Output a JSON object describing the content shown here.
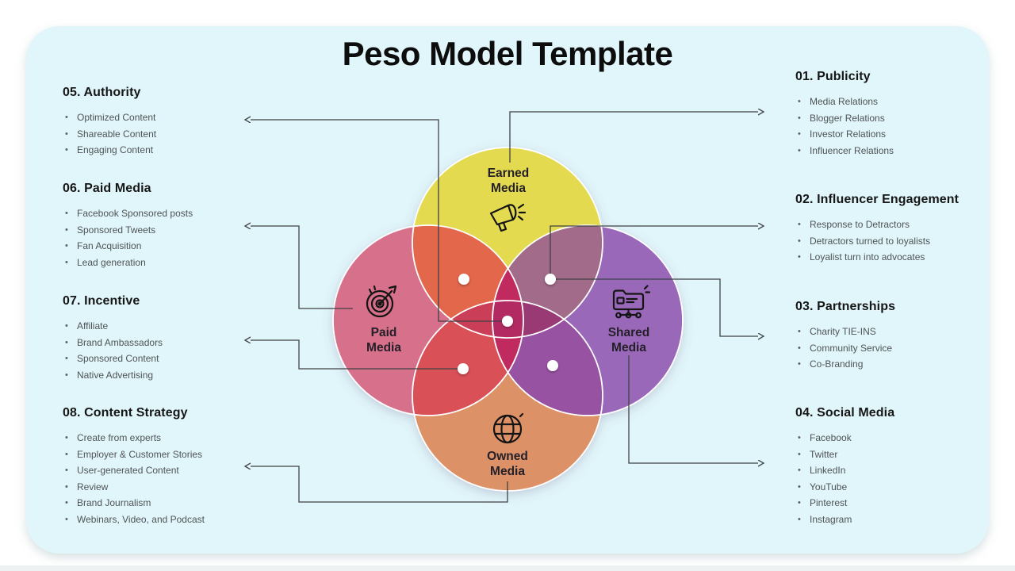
{
  "title": "Peso Model Template",
  "left_sections": [
    {
      "heading": "05. Authority",
      "items": [
        "Optimized Content",
        "Shareable Content",
        "Engaging Content"
      ]
    },
    {
      "heading": "06. Paid Media",
      "items": [
        "Facebook Sponsored posts",
        "Sponsored Tweets",
        "Fan Acquisition",
        "Lead generation"
      ]
    },
    {
      "heading": "07. Incentive",
      "items": [
        "Affiliate",
        "Brand Ambassadors",
        "Sponsored Content",
        "Native Advertising"
      ]
    },
    {
      "heading": "08. Content Strategy",
      "items": [
        "Create from experts",
        "Employer & Customer Stories",
        "User-generated Content",
        "Review",
        "Brand Journalism",
        "Webinars, Video, and Podcast"
      ]
    }
  ],
  "right_sections": [
    {
      "heading": "01. Publicity",
      "items": [
        "Media Relations",
        "Blogger Relations",
        "Investor Relations",
        "Influencer Relations"
      ]
    },
    {
      "heading": "02. Influencer Engagement",
      "items": [
        "Response to Detractors",
        "Detractors turned to loyalists",
        "Loyalist turn into advocates"
      ]
    },
    {
      "heading": "03. Partnerships",
      "items": [
        "Charity TIE-INS",
        "Community Service",
        "Co-Branding"
      ]
    },
    {
      "heading": "04. Social Media",
      "items": [
        "Facebook",
        "Twitter",
        "LinkedIn",
        "YouTube",
        "Pinterest",
        "Instagram"
      ]
    }
  ],
  "venn": {
    "earned_label": "Earned Media",
    "paid_label": "Paid Media",
    "shared_label": "Shared Media",
    "owned_label": "Owned Media",
    "icons": [
      "megaphone-icon",
      "target-icon",
      "shared-folder-icon",
      "globe-icon"
    ]
  },
  "connections": [
    "earned-circle to 01. Publicity",
    "earned-shared-overlap to 02. Influencer Engagement",
    "shared-circle to 03. Partnerships",
    "shared-circle to 04. Social Media",
    "center-overlap to 05. Authority",
    "paid-circle to 06. Paid Media",
    "paid-owned-overlap to 07. Incentive",
    "owned-circle to 08. Content Strategy"
  ],
  "colors": {
    "card_bg": "#e1f6fa",
    "earned": "#e4da4f",
    "paid": "#d7708a",
    "shared": "#9a67b9",
    "owned": "#dc9166",
    "earned_paid": "#e2674b",
    "earned_shared": "#a16b89",
    "paid_owned": "#d95057",
    "shared_owned": "#9852a2",
    "earned_owned_paid": "#cb3e57",
    "earned_owned_shared": "#993a74",
    "paid_shared_lens": "#c02a5e",
    "center": "#b32a63",
    "connector": "#3f4245",
    "title_text": "#0d0d0d"
  }
}
